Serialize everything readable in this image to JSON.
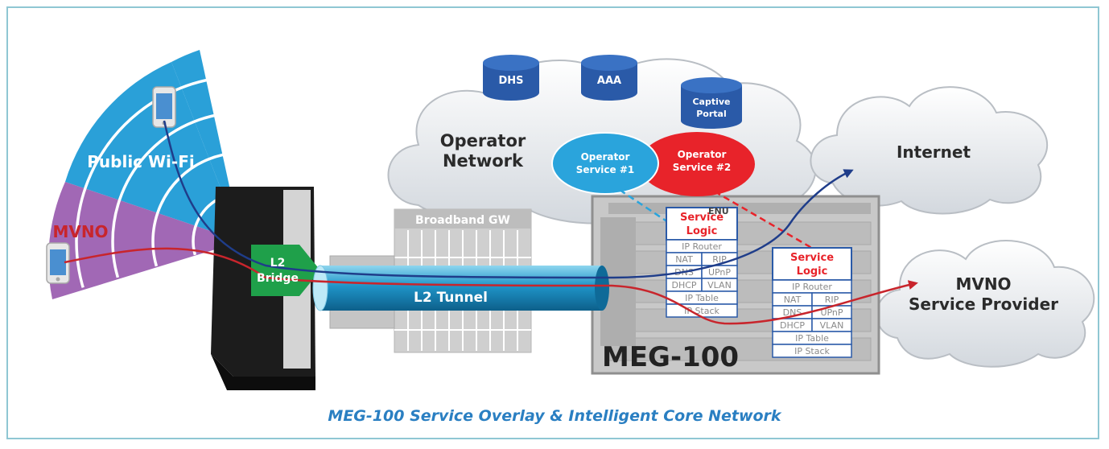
{
  "caption": "MEG-100 Service Overlay & Intelligent Core Network",
  "clouds": {
    "operator": "Operator\nNetwork",
    "internet": "Internet",
    "mvno_sp": "MVNO\nService Provider"
  },
  "databases": [
    "DHS",
    "AAA",
    "Captive\nPortal"
  ],
  "services": {
    "op1": "Operator\nService #1",
    "op2": "Operator\nService #2"
  },
  "wifi": {
    "public": "Public Wi-Fi",
    "mvno": "MVNO"
  },
  "bridge": "L2\nBridge",
  "broadband_gw": "Broadband GW",
  "tunnel": "L2 Tunnel",
  "meg": {
    "title": "MEG-100",
    "logo": "ENU"
  },
  "stack1": {
    "header": "Service\nLogic",
    "rows": [
      [
        "IP Router"
      ],
      [
        "NAT",
        "RIP"
      ],
      [
        "DNS",
        "UPnP"
      ],
      [
        "DHCP",
        "VLAN"
      ],
      [
        "IP Table"
      ],
      [
        "IP Stack"
      ]
    ]
  },
  "stack2": {
    "header": "Service\nLogic",
    "rows": [
      [
        "IP Router"
      ],
      [
        "NAT",
        "RIP"
      ],
      [
        "DNS",
        "UPnP"
      ],
      [
        "DHCP",
        "VLAN"
      ],
      [
        "IP Table"
      ],
      [
        "IP Stack"
      ]
    ]
  },
  "colors": {
    "wifi_blue": "#2aa0d8",
    "mvno_purple": "#a168b5",
    "bridge_green": "#1fa04a",
    "op1_blue": "#2aa4dc",
    "op2_red": "#e8232a",
    "caption_blue": "#2a7fc2",
    "path_red": "#c8252c",
    "path_navy": "#1f3d8a"
  }
}
